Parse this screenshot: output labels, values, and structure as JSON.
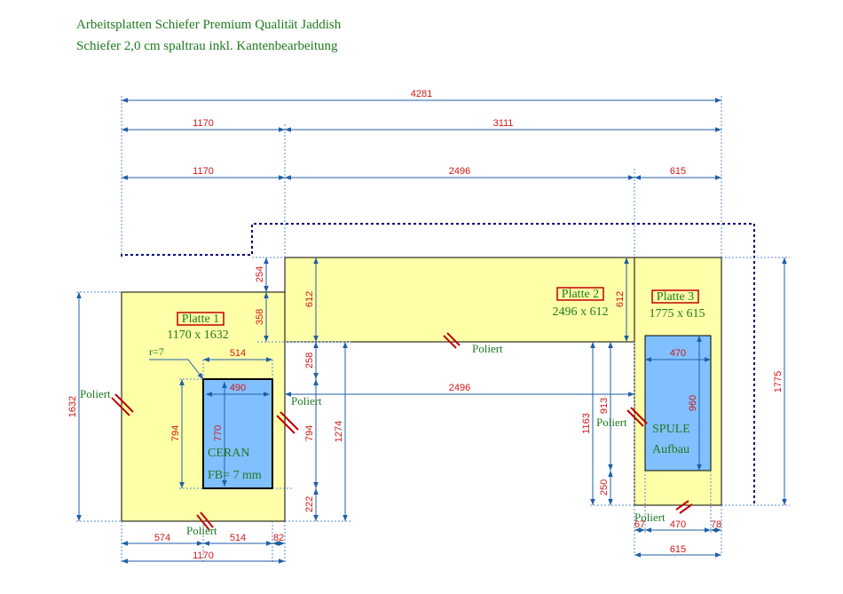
{
  "header": {
    "line1": "Arbeitsplatten Schiefer Premium Qualität Jaddish",
    "line2": "Schiefer 2,0 cm spaltrau inkl. Kantenbearbeitung"
  },
  "colors": {
    "plate_fill": "#ffffa8",
    "cutout_fill": "#80c0ff",
    "dimension_line": "#1f5fa8",
    "dimension_text": "#d01818",
    "label_text": "#1f7a1f",
    "outline": "#000080"
  },
  "plates": {
    "p1": {
      "name": "Platte 1",
      "size": "1170 x 1632"
    },
    "p2": {
      "name": "Platte 2",
      "size": "2496 x 612"
    },
    "p3": {
      "name": "Platte 3",
      "size": "1775 x 615"
    }
  },
  "cutouts": {
    "ceran": {
      "line1": "CERAN",
      "line2": "FB= 7 mm"
    },
    "spule": {
      "line1": "SPULE",
      "line2": "Aufbau"
    }
  },
  "labels": {
    "poliert": "Poliert",
    "radius": "r=7"
  },
  "dimensions": {
    "total": "4281",
    "top_left": "1170",
    "top_right": "3111",
    "row3_left": "1170",
    "row3_mid": "2496",
    "row3_right": "615",
    "d254": "254",
    "d358": "358",
    "d612_left": "612",
    "d612_right": "612",
    "d258": "258",
    "d514_top": "514",
    "d490": "490",
    "d2496_mid": "2496",
    "d470_top": "470",
    "d960": "960",
    "d1775": "1775",
    "d1632": "1632",
    "d794_left": "794",
    "d770": "770",
    "d794_right": "794",
    "d1274": "1274",
    "d222": "222",
    "d1163": "1163",
    "d913": "913",
    "d250": "250",
    "b574": "574",
    "b514": "514",
    "b82": "82",
    "b1170": "1170",
    "b67": "67",
    "b470": "470",
    "b78": "78",
    "b615": "615"
  }
}
